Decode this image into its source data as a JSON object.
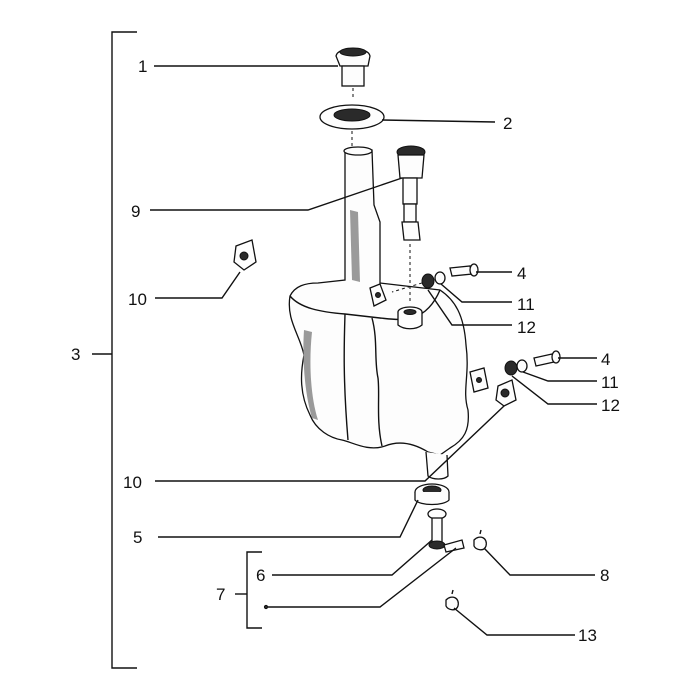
{
  "callouts": {
    "c1": "1",
    "c2": "2",
    "c3": "3",
    "c4a": "4",
    "c4b": "4",
    "c5": "5",
    "c6": "6",
    "c7": "7",
    "c8": "8",
    "c9": "9",
    "c10a": "10",
    "c10b": "10",
    "c11a": "11",
    "c11b": "11",
    "c12a": "12",
    "c12b": "12",
    "c13": "13"
  }
}
